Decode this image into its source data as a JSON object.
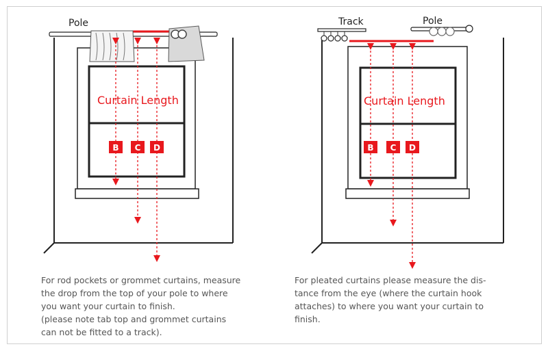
{
  "left_panel": {
    "pole_label": "Pole",
    "center_label": "Curtain Length",
    "badges": [
      "B",
      "C",
      "D"
    ],
    "caption": "For rod pockets or grommet curtains, measure\nthe drop from the top of your pole to where\nyou want your curtain to finish.\n(please note tab top and grommet curtains\ncan not be fitted to a track)."
  },
  "right_panel": {
    "track_label": "Track",
    "pole_label": "Pole",
    "center_label": "Curtain Length",
    "badges": [
      "B",
      "C",
      "D"
    ],
    "caption": "For pleated curtains please measure the dis-\ntance from the eye (where the curtain hook\nattaches) to where you want your curtain to\nfinish."
  },
  "colors": {
    "accent": "#e8181d",
    "line": "#222222",
    "caption_text": "#555555"
  }
}
